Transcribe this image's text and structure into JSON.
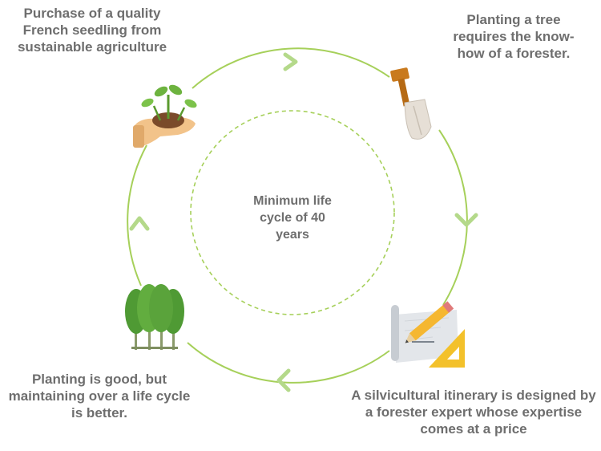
{
  "center_label": "Minimum life cycle of 40 years",
  "steps": [
    {
      "text": "Purchase of a quality French seedling from sustainable agriculture",
      "icon": "hand-seedling-icon"
    },
    {
      "text": "Planting a tree requires the know-how of a forester.",
      "icon": "shovel-icon"
    },
    {
      "text": "A silvicultural itinerary is designed by a forester expert whose expertise comes at a price",
      "icon": "blueprint-pencil-icon"
    },
    {
      "text": "Planting is good, but maintaining over a life cycle is better.",
      "icon": "trees-icon"
    }
  ],
  "colors": {
    "cycle_line": "#a6d05a",
    "arrow": "#b4d98a",
    "text": "#6e6e6e",
    "leaf": "#6db33f",
    "soil": "#7a4a2a",
    "hand": "#f2c38a",
    "shovel_handle": "#c97a1e",
    "blueprint": "#d9dde1",
    "pencil": "#f5b731",
    "tree": "#5aa33b",
    "trunk": "#8a9a6a"
  }
}
